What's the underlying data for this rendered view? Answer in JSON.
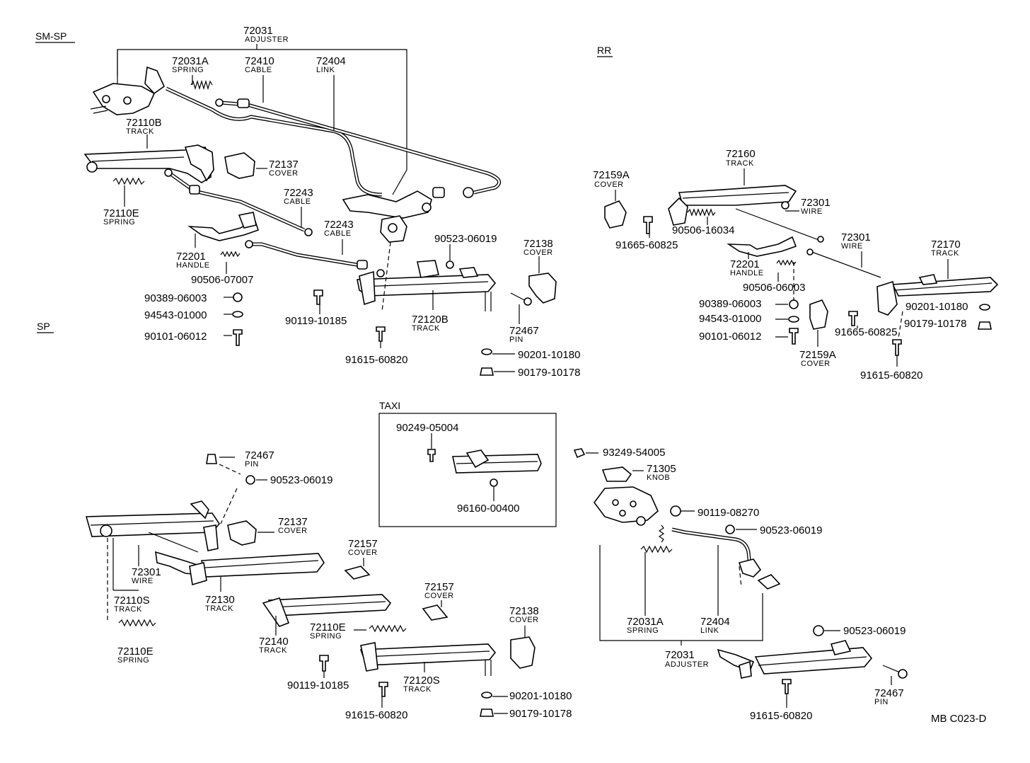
{
  "sections": {
    "sm_sp": "SM-SP",
    "rr": "RR",
    "sp": "SP",
    "taxi": "TAXI"
  },
  "parts": {
    "p72031_top": {
      "num": "72031",
      "name": "ADJUSTER"
    },
    "p72031A_top": {
      "num": "72031A",
      "name": "SPRING"
    },
    "p72410": {
      "num": "72410",
      "name": "CABLE"
    },
    "p72404_top": {
      "num": "72404",
      "name": "LINK"
    },
    "p72110B": {
      "num": "72110B",
      "name": "TRACK"
    },
    "p72137_top": {
      "num": "72137",
      "name": "COVER"
    },
    "p72110E_top": {
      "num": "72110E",
      "name": "SPRING"
    },
    "p72243a": {
      "num": "72243",
      "name": "CABLE"
    },
    "p72243b": {
      "num": "72243",
      "name": "CABLE"
    },
    "p72201_l": {
      "num": "72201",
      "name": "HANDLE"
    },
    "p90506_07007": {
      "num": "90506-07007"
    },
    "p90523_06019_a": {
      "num": "90523-06019"
    },
    "p72138_top": {
      "num": "72138",
      "name": "COVER"
    },
    "p90389_l": {
      "num": "90389-06003"
    },
    "p94543_l": {
      "num": "94543-01000"
    },
    "p90101_l": {
      "num": "90101-06012"
    },
    "p90119_10185_a": {
      "num": "90119-10185"
    },
    "p72120B": {
      "num": "72120B",
      "name": "TRACK"
    },
    "p72467_top": {
      "num": "72467",
      "name": "PIN"
    },
    "p91615_a": {
      "num": "91615-60820"
    },
    "p90201_a": {
      "num": "90201-10180"
    },
    "p90179_a": {
      "num": "90179-10178"
    },
    "p72160": {
      "num": "72160",
      "name": "TRACK"
    },
    "p72159A_a": {
      "num": "72159A",
      "name": "COVER"
    },
    "p72301_a": {
      "num": "72301",
      "name": "WIRE"
    },
    "p90506_16034": {
      "num": "90506-16034"
    },
    "p91665_a": {
      "num": "91665-60825"
    },
    "p72301_b": {
      "num": "72301",
      "name": "WIRE"
    },
    "p72170": {
      "num": "72170",
      "name": "TRACK"
    },
    "p72201_r": {
      "num": "72201",
      "name": "HANDLE"
    },
    "p90506_06003": {
      "num": "90506-06003"
    },
    "p90389_r": {
      "num": "90389-06003"
    },
    "p94543_r": {
      "num": "94543-01000"
    },
    "p90101_r": {
      "num": "90101-06012"
    },
    "p72159A_b": {
      "num": "72159A",
      "name": "COVER"
    },
    "p91665_b": {
      "num": "91665-60825"
    },
    "p90201_r": {
      "num": "90201-10180"
    },
    "p90179_r": {
      "num": "90179-10178"
    },
    "p91615_r": {
      "num": "91615-60820"
    },
    "p90249": {
      "num": "90249-05004"
    },
    "p96160": {
      "num": "96160-00400"
    },
    "p93249": {
      "num": "93249-54005"
    },
    "p71305": {
      "num": "71305",
      "name": "KNOB"
    },
    "p90119_08270": {
      "num": "90119-08270"
    },
    "p90523_06019_b": {
      "num": "90523-06019"
    },
    "p72031A_bot": {
      "num": "72031A",
      "name": "SPRING"
    },
    "p72404_bot": {
      "num": "72404",
      "name": "LINK"
    },
    "p72031_bot": {
      "num": "72031",
      "name": "ADJUSTER"
    },
    "p90523_06019_c": {
      "num": "90523-06019"
    },
    "p72467_br": {
      "num": "72467",
      "name": "PIN"
    },
    "p91615_br": {
      "num": "91615-60820"
    },
    "p72467_sp": {
      "num": "72467",
      "name": "PIN"
    },
    "p90523_06019_sp": {
      "num": "90523-06019"
    },
    "p72137_sp": {
      "num": "72137",
      "name": "COVER"
    },
    "p72301_sp": {
      "num": "72301",
      "name": "WIRE"
    },
    "p72110S": {
      "num": "72110S",
      "name": "TRACK"
    },
    "p72110E_sp": {
      "num": "72110E",
      "name": "SPRING"
    },
    "p72130": {
      "num": "72130",
      "name": "TRACK"
    },
    "p72157_a": {
      "num": "72157",
      "name": "COVER"
    },
    "p72157_b": {
      "num": "72157",
      "name": "COVER"
    },
    "p72140": {
      "num": "72140",
      "name": "TRACK"
    },
    "p72110E_mid": {
      "num": "72110E",
      "name": "SPRING"
    },
    "p72138_sp": {
      "num": "72138",
      "name": "COVER"
    },
    "p90119_10185_b": {
      "num": "90119-10185"
    },
    "p72120S": {
      "num": "72120S",
      "name": "TRACK"
    },
    "p91615_sp": {
      "num": "91615-60820"
    },
    "p90201_sp": {
      "num": "90201-10180"
    },
    "p90179_sp": {
      "num": "90179-10178"
    }
  },
  "diagram_code": "MB C023-D"
}
